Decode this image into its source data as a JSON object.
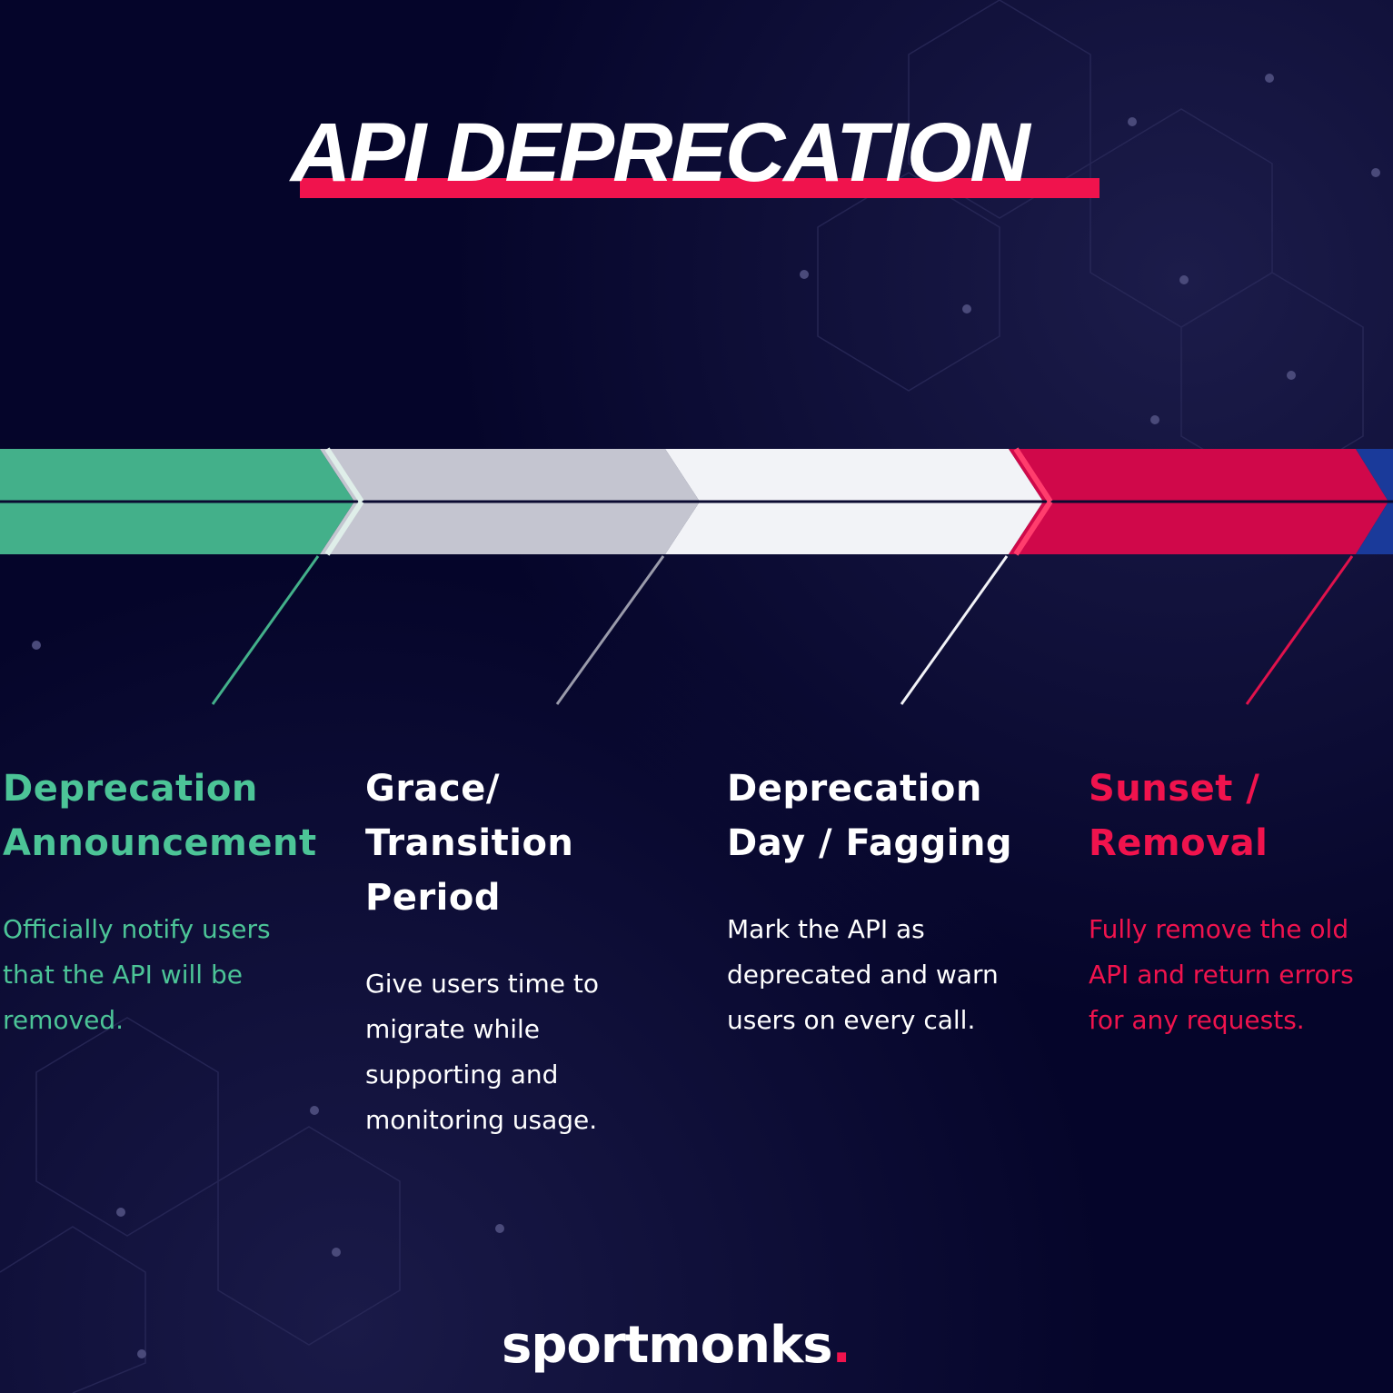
{
  "title": "API DEPRECATION",
  "colors": {
    "green": "#43b08a",
    "gray": "#c4c5d0",
    "white": "#f2f3f7",
    "red": "#d0084a",
    "blue": "#1a3a9a",
    "accent": "#f0134d",
    "background": "#05052a"
  },
  "stages": [
    {
      "heading_lines": [
        "Deprecation",
        "Announcement"
      ],
      "body_lines": [
        "Officially notify users",
        "that the API will be",
        "removed."
      ],
      "color": "#4cc497"
    },
    {
      "heading_lines": [
        "Grace/",
        "Transition",
        "Period"
      ],
      "body_lines": [
        "Give users time to",
        "migrate while",
        "supporting and",
        "monitoring usage."
      ],
      "color": "#ffffff"
    },
    {
      "heading_lines": [
        "Deprecation",
        "Day / Fagging"
      ],
      "body_lines": [
        "Mark the API as",
        "deprecated and warn",
        "users on every call."
      ],
      "color": "#ffffff"
    },
    {
      "heading_lines": [
        "Sunset /",
        "Removal"
      ],
      "body_lines": [
        "Fully remove the old",
        "API and return errors",
        "for any requests."
      ],
      "color": "#f0134d"
    }
  ],
  "logo": {
    "text": "sportmonks",
    "dot": "."
  }
}
